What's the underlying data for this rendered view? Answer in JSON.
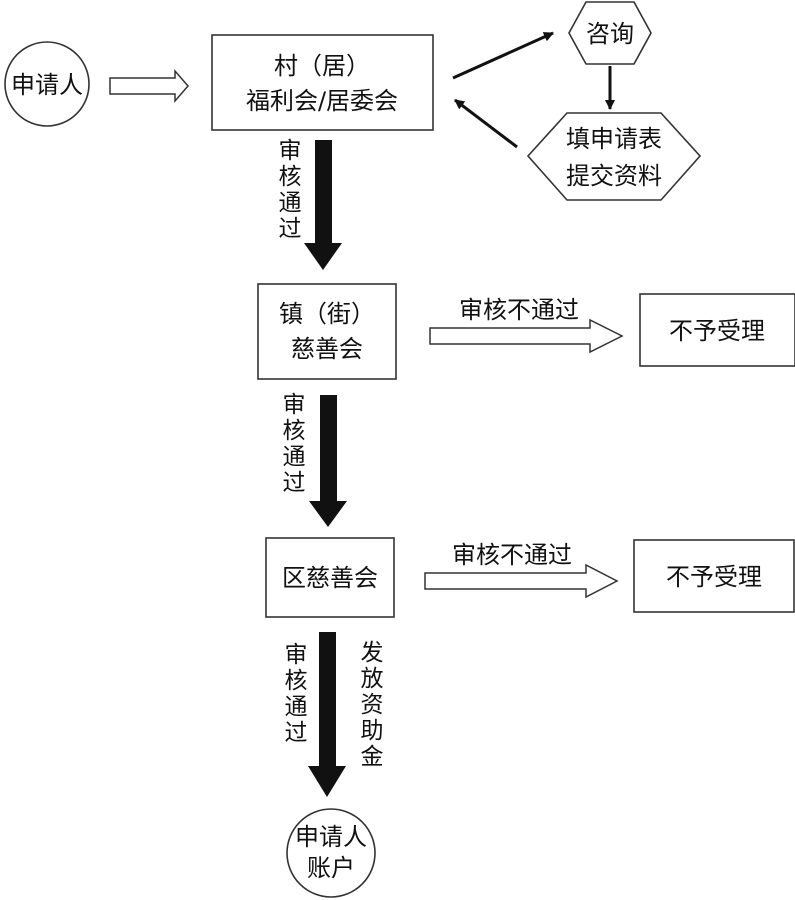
{
  "nodes": {
    "applicant_start": "申请人",
    "village_line1": "村（居）",
    "village_line2": "福利会/居委会",
    "consult": "咨询",
    "form_line1": "填申请表",
    "form_line2": "提交资料",
    "town_line1": "镇（街）",
    "town_line2": "慈善会",
    "reject_1": "不予受理",
    "district": "区慈善会",
    "reject_2": "不予受理",
    "account_line1": "申请人",
    "account_line2": "账户"
  },
  "edges": {
    "approved_1": "审核通过",
    "approved_2": "审核通过",
    "approved_3": "审核通过",
    "fund_release": "发放资助金",
    "rejected_1": "审核不通过",
    "rejected_2": "审核不通过"
  }
}
